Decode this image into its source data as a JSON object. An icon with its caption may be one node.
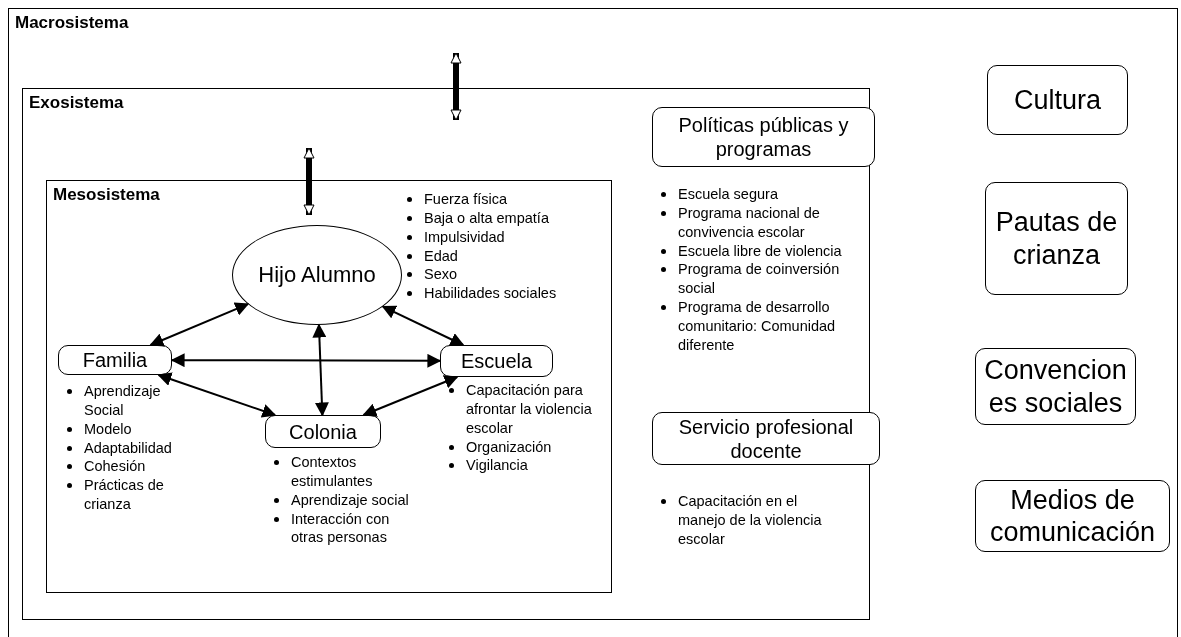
{
  "diagram": {
    "nodes": [
      {
        "text": [
          "Macrosistema"
        ]
      },
      {
        "text": [
          "Exosistema"
        ],
        "in": 0
      },
      {
        "text": [
          "Mesosistema"
        ],
        "in": 1
      },
      {
        "text": [
          "Hijo Alumno"
        ],
        "in": 2,
        "beside": [
          "Fuerza física",
          "Baja o alta empatía",
          "Impulsividad",
          "Edad",
          "Sexo",
          "Habilidades sociales"
        ]
      },
      {
        "text": [
          "Familia"
        ],
        "in": 2,
        "beside": [
          "Aprendizaje Social",
          "Modelo",
          "Adaptabilidad",
          "Cohesión",
          "Prácticas de crianza"
        ]
      },
      {
        "text": [
          "Escuela"
        ],
        "in": 2,
        "beside": [
          "Capacitación para afrontar la violencia escolar",
          "Organización",
          "Vigilancia"
        ]
      },
      {
        "text": [
          "Colonia"
        ],
        "in": 2,
        "beside": [
          "Contextos estimulantes",
          "Aprendizaje social",
          "Interacción con otras personas"
        ]
      },
      {
        "text": [
          "Políticas públicas y programas"
        ],
        "in": 1,
        "beside": [
          "Escuela segura",
          "Programa nacional de convivencia escolar",
          "Escuela libre de violencia",
          "Programa de coinversión social",
          "Programa de desarrollo comunitario: Comunidad diferente"
        ]
      },
      {
        "text": [
          "Servicio profesional docente"
        ],
        "in": 1,
        "beside": [
          "Capacitación en el manejo de la violencia escolar"
        ]
      },
      {
        "text": [
          "Cultura"
        ],
        "in": 0
      },
      {
        "text": [
          "Pautas de crianza"
        ],
        "in": 0
      },
      {
        "text": [
          "Convencion es sociales"
        ],
        "in": 0
      },
      {
        "text": [
          "Medios de comunicación"
        ],
        "in": 0
      }
    ],
    "edges": [
      {
        "from": 0,
        "to": 1,
        "arrow": "both",
        "style": "thick"
      },
      {
        "from": 1,
        "to": 2,
        "arrow": "both",
        "style": "thick"
      },
      {
        "from": 3,
        "to": 4,
        "arrow": "both"
      },
      {
        "from": 3,
        "to": 5,
        "arrow": "both"
      },
      {
        "from": 3,
        "to": 6,
        "arrow": "both"
      },
      {
        "from": 4,
        "to": 5,
        "arrow": "both"
      },
      {
        "from": 4,
        "to": 6,
        "arrow": "both"
      },
      {
        "from": 5,
        "to": 6,
        "arrow": "both"
      }
    ]
  }
}
